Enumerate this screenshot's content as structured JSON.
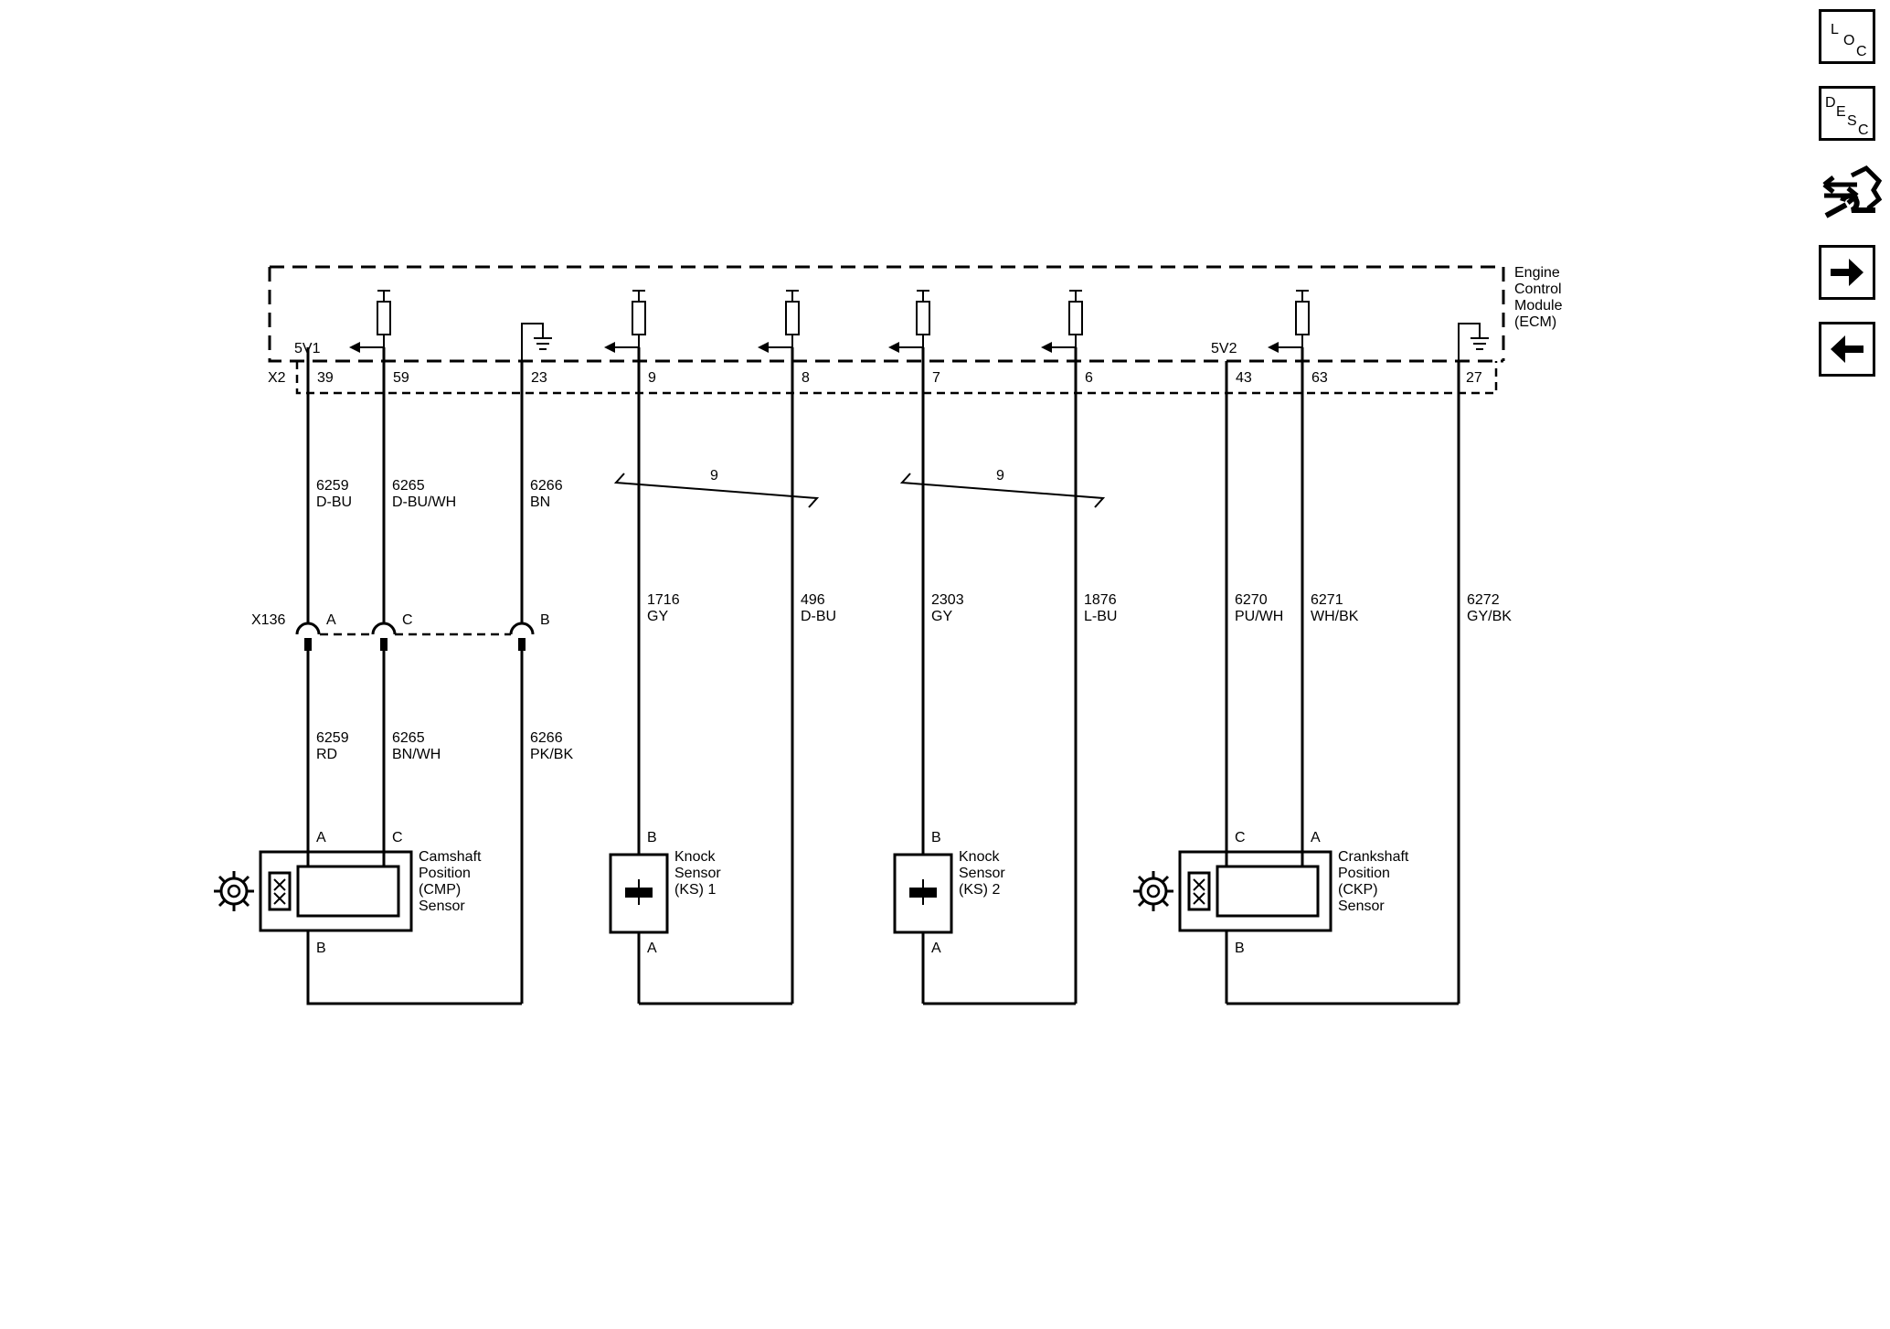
{
  "module": {
    "name_lines": [
      "Engine",
      "Control",
      "Module",
      "(ECM)"
    ],
    "connector": "X2",
    "supply_labels": [
      "5V1",
      "5V2"
    ],
    "pins": [
      "39",
      "59",
      "23",
      "9",
      "8",
      "7",
      "6",
      "43",
      "63",
      "27"
    ]
  },
  "upper_wires": [
    {
      "circuit": "6259",
      "color": "D-BU"
    },
    {
      "circuit": "6265",
      "color": "D-BU/WH"
    },
    {
      "circuit": "6266",
      "color": "BN"
    },
    {
      "circuit": "1716",
      "color": "GY"
    },
    {
      "circuit": "496",
      "color": "D-BU"
    },
    {
      "circuit": "2303",
      "color": "GY"
    },
    {
      "circuit": "1876",
      "color": "L-BU"
    },
    {
      "circuit": "6270",
      "color": "PU/WH"
    },
    {
      "circuit": "6271",
      "color": "WH/BK"
    },
    {
      "circuit": "6272",
      "color": "GY/BK"
    }
  ],
  "twisted_pairs": [
    {
      "label": "9"
    },
    {
      "label": "9"
    }
  ],
  "inline_connector": {
    "name": "X136",
    "cavities": [
      "A",
      "C",
      "B"
    ]
  },
  "lower_wires": [
    {
      "circuit": "6259",
      "color": "RD"
    },
    {
      "circuit": "6265",
      "color": "BN/WH"
    },
    {
      "circuit": "6266",
      "color": "PK/BK"
    }
  ],
  "components": [
    {
      "name_lines": [
        "Camshaft",
        "Position",
        "(CMP)",
        "Sensor"
      ],
      "pins": [
        "A",
        "C",
        "B"
      ]
    },
    {
      "name_lines": [
        "Knock",
        "Sensor",
        "(KS) 1"
      ],
      "pins": [
        "B",
        "A"
      ]
    },
    {
      "name_lines": [
        "Knock",
        "Sensor",
        "(KS) 2"
      ],
      "pins": [
        "B",
        "A"
      ]
    },
    {
      "name_lines": [
        "Crankshaft",
        "Position",
        "(CKP)",
        "Sensor"
      ],
      "pins": [
        "C",
        "A",
        "B"
      ]
    }
  ],
  "sidebar": {
    "loc_letters": [
      "L",
      "O",
      "C"
    ],
    "desc_letters": [
      "D",
      "E",
      "S",
      "C"
    ],
    "icons": [
      "loc-icon",
      "desc-icon",
      "connector-repair-icon",
      "next-arrow-icon",
      "previous-arrow-icon"
    ]
  }
}
